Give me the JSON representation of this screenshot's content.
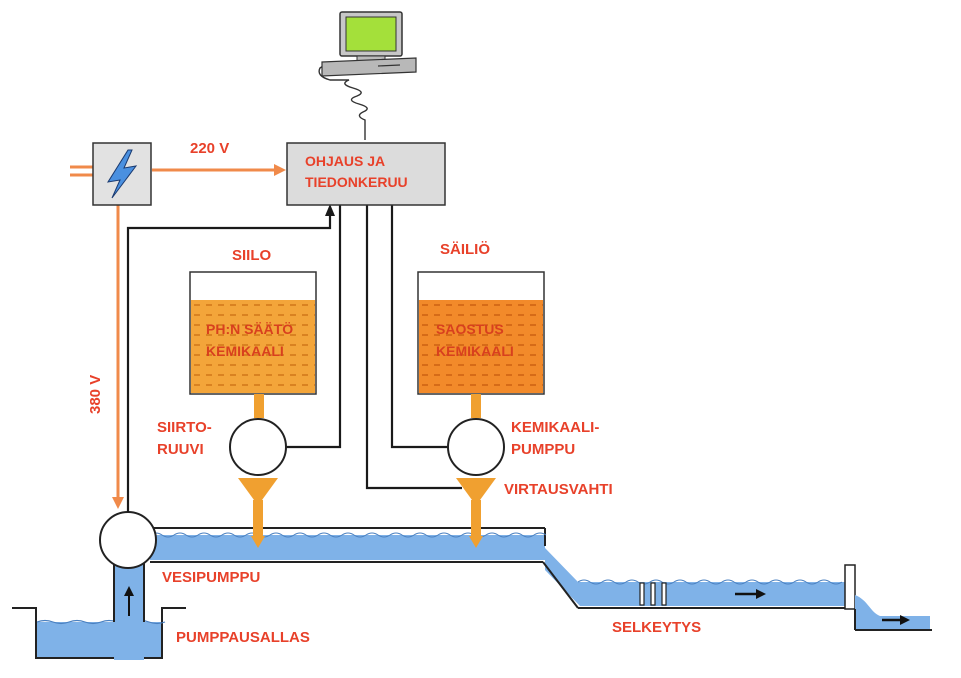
{
  "labels": {
    "control_unit": [
      "OHJAUS JA",
      "TIEDONKERUU"
    ],
    "voltage_220": "220 V",
    "voltage_380": "380 V",
    "silo": "SIILO",
    "tank": "SÄILIÖ",
    "silo_chemical": [
      "PH:N SÄÄTÖ",
      "KEMIKAALI"
    ],
    "tank_chemical": [
      "SAOSTUS",
      "KEMIKAALI"
    ],
    "screw_conveyor": [
      "SIIRTO-",
      "RUUVI"
    ],
    "chemical_pump": [
      "KEMIKAALI-",
      "PUMPPU"
    ],
    "flow_monitor": "VIRTAUSVAHTI",
    "water_pump": "VESIPUMPPU",
    "pump_basin": "PUMPPAUSALLAS",
    "clarification": "SELKEYTYS"
  },
  "colors": {
    "label_red": "#e8412a",
    "power_line": "#f08a4a",
    "control_wire": "#1a1a1a",
    "water": "#7fb2e8",
    "silo_fill": "#f3a53a",
    "tank_fill": "#f28a2a",
    "dosing_pipe": "#f0a030",
    "control_box": "#dcdcdc",
    "computer_screen": "#a4e03a"
  },
  "icons": {
    "power_supply": "lightning-bolt-icon",
    "computer": "computer-terminal-icon",
    "flow_direction": "arrow-right-icon"
  }
}
